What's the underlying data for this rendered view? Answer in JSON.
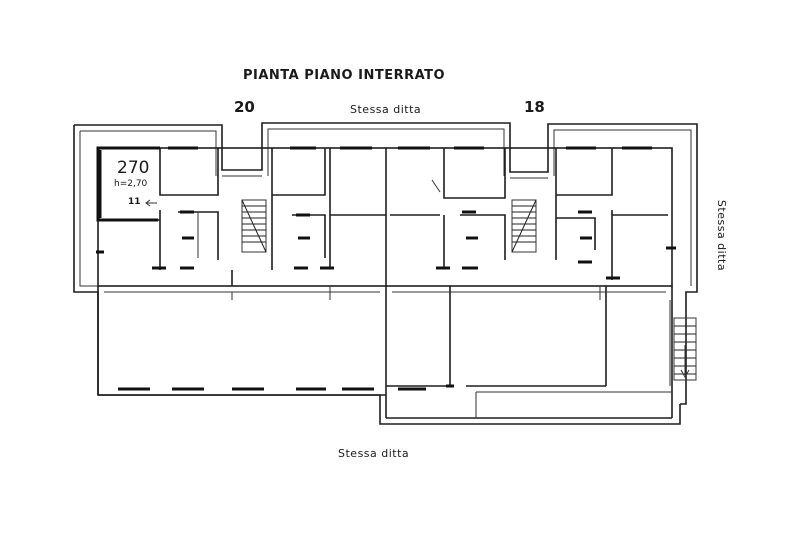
{
  "drawing": {
    "title": "PIANTA PIANO INTERRATO",
    "number_left": "20",
    "number_right": "18",
    "label_top": "Stessa ditta",
    "label_right": "Stessa ditta",
    "label_bottom": "Stessa ditta"
  },
  "room": {
    "area": "270",
    "height": "h=2,70",
    "id": "11"
  },
  "colors": {
    "ink": "#1e1e1e",
    "paper": "#ffffff"
  }
}
